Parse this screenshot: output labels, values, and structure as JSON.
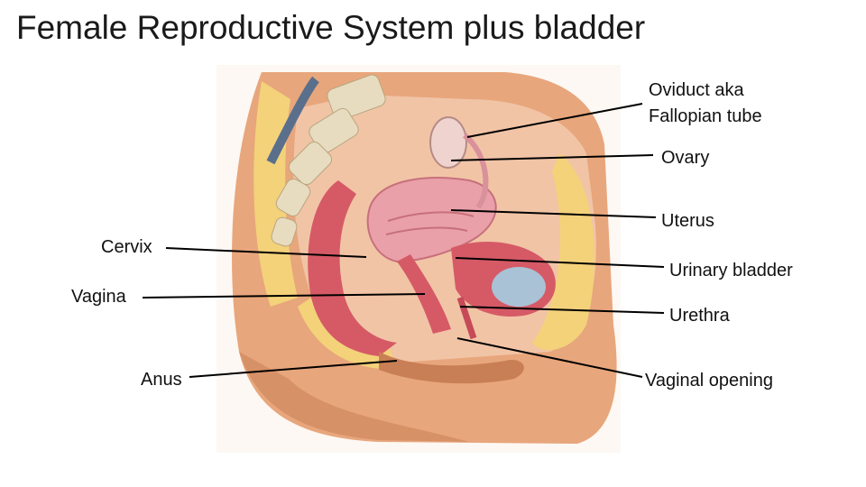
{
  "title": "Female Reproductive System plus bladder",
  "labels": {
    "oviduct_line1": "Oviduct aka",
    "oviduct_line2": "Fallopian tube",
    "ovary": "Ovary",
    "uterus": "Uterus",
    "urinary_bladder": "Urinary bladder",
    "urethra": "Urethra",
    "vaginal_opening": "Vaginal opening",
    "cervix": "Cervix",
    "vagina": "Vagina",
    "anus": "Anus"
  },
  "colors": {
    "skin": "#e8a67c",
    "skin_shadow": "#c97f55",
    "fat": "#f3d27a",
    "tissue_pink": "#e9a0a8",
    "muscle_red": "#d65a66",
    "bladder_blue": "#a9c2d6",
    "bone": "#e8dcc0",
    "leader_line": "#000000"
  }
}
